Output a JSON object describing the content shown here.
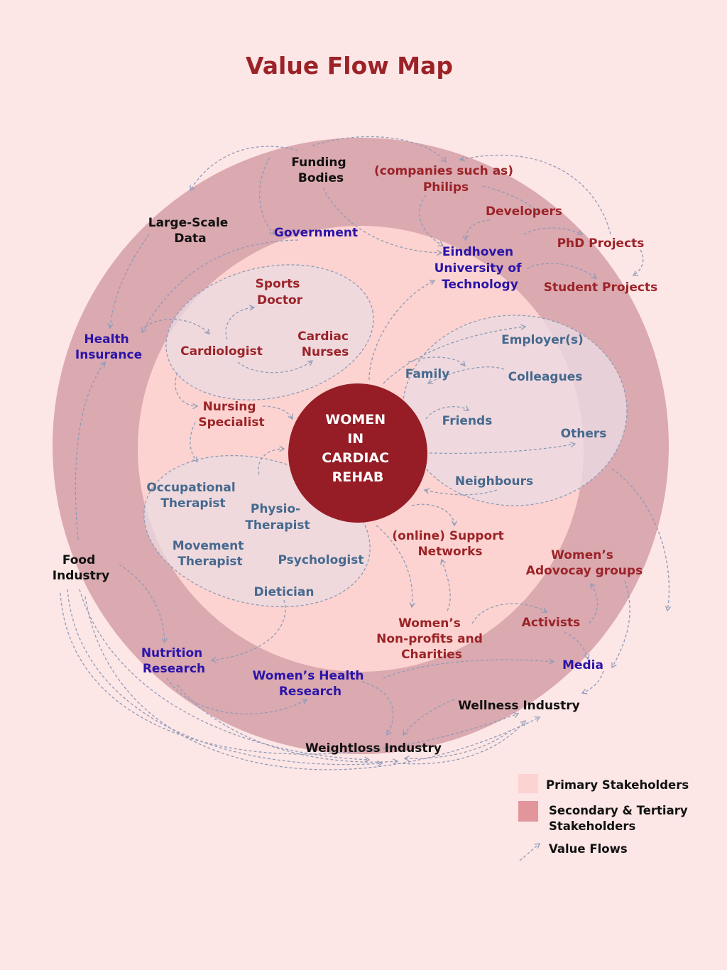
{
  "title": "Value Flow Map",
  "colors": {
    "background": "#fde6e6",
    "secondary_ring": "#dba9b0",
    "primary_zone": "#fcd3d0",
    "center": "#961d25",
    "cluster_fill": "#ebdbe2",
    "arrow": "#8f9bb8",
    "title": "#9b2328"
  },
  "center": {
    "lines": [
      "WOMEN",
      "IN",
      "CARDIAC",
      "REHAB"
    ]
  },
  "stakeholders": {
    "funding_bodies": [
      "Funding",
      "Bodies"
    ],
    "companies": [
      "(companies such as)",
      "Philips"
    ],
    "large_scale_data": [
      "Large-Scale",
      "Data"
    ],
    "government": [
      "Government"
    ],
    "developers": [
      "Developers"
    ],
    "phd_projects": [
      "PhD Projects"
    ],
    "eindhoven": [
      "Eindhoven",
      "University of",
      "Technology"
    ],
    "student_projects": [
      "Student Projects"
    ],
    "health_insurance": [
      "Health",
      "Insurance"
    ],
    "sports_doctor": [
      "Sports",
      "Doctor"
    ],
    "cardiac_nurses": [
      "Cardiac",
      "Nurses"
    ],
    "cardiologist": [
      "Cardiologist"
    ],
    "employers": [
      "Employer(s)"
    ],
    "family": [
      "Family"
    ],
    "colleagues": [
      "Colleagues"
    ],
    "nursing_specialist": [
      "Nursing",
      "Specialist"
    ],
    "friends": [
      "Friends"
    ],
    "others": [
      "Others"
    ],
    "neighbours": [
      "Neighbours"
    ],
    "occupational_therapist": [
      "Occupational",
      "Therapist"
    ],
    "physio_therapist": [
      "Physio-",
      "Therapist"
    ],
    "movement_therapist": [
      "Movement",
      "Therapist"
    ],
    "psychologist": [
      "Psychologist"
    ],
    "dietician": [
      "Dietician"
    ],
    "support_networks": [
      "(online) Support",
      "Networks"
    ],
    "food_industry": [
      "Food",
      "Industry"
    ],
    "womens_advocacy": [
      "Women’s",
      "Adovocay groups"
    ],
    "nonprofits": [
      "Women’s",
      "Non-profits and",
      "Charities"
    ],
    "activists": [
      "Activists"
    ],
    "nutrition_research": [
      "Nutrition",
      "Research"
    ],
    "womens_health_research": [
      "Women’s Health",
      "Research"
    ],
    "media": [
      "Media"
    ],
    "wellness_industry": [
      "Wellness Industry"
    ],
    "weightloss_industry": [
      "Weightloss Industry"
    ]
  },
  "legend": {
    "primary": "Primary Stakeholders",
    "secondary": [
      "Secondary & Tertiary",
      "Stakeholders"
    ],
    "flows": "Value Flows"
  }
}
